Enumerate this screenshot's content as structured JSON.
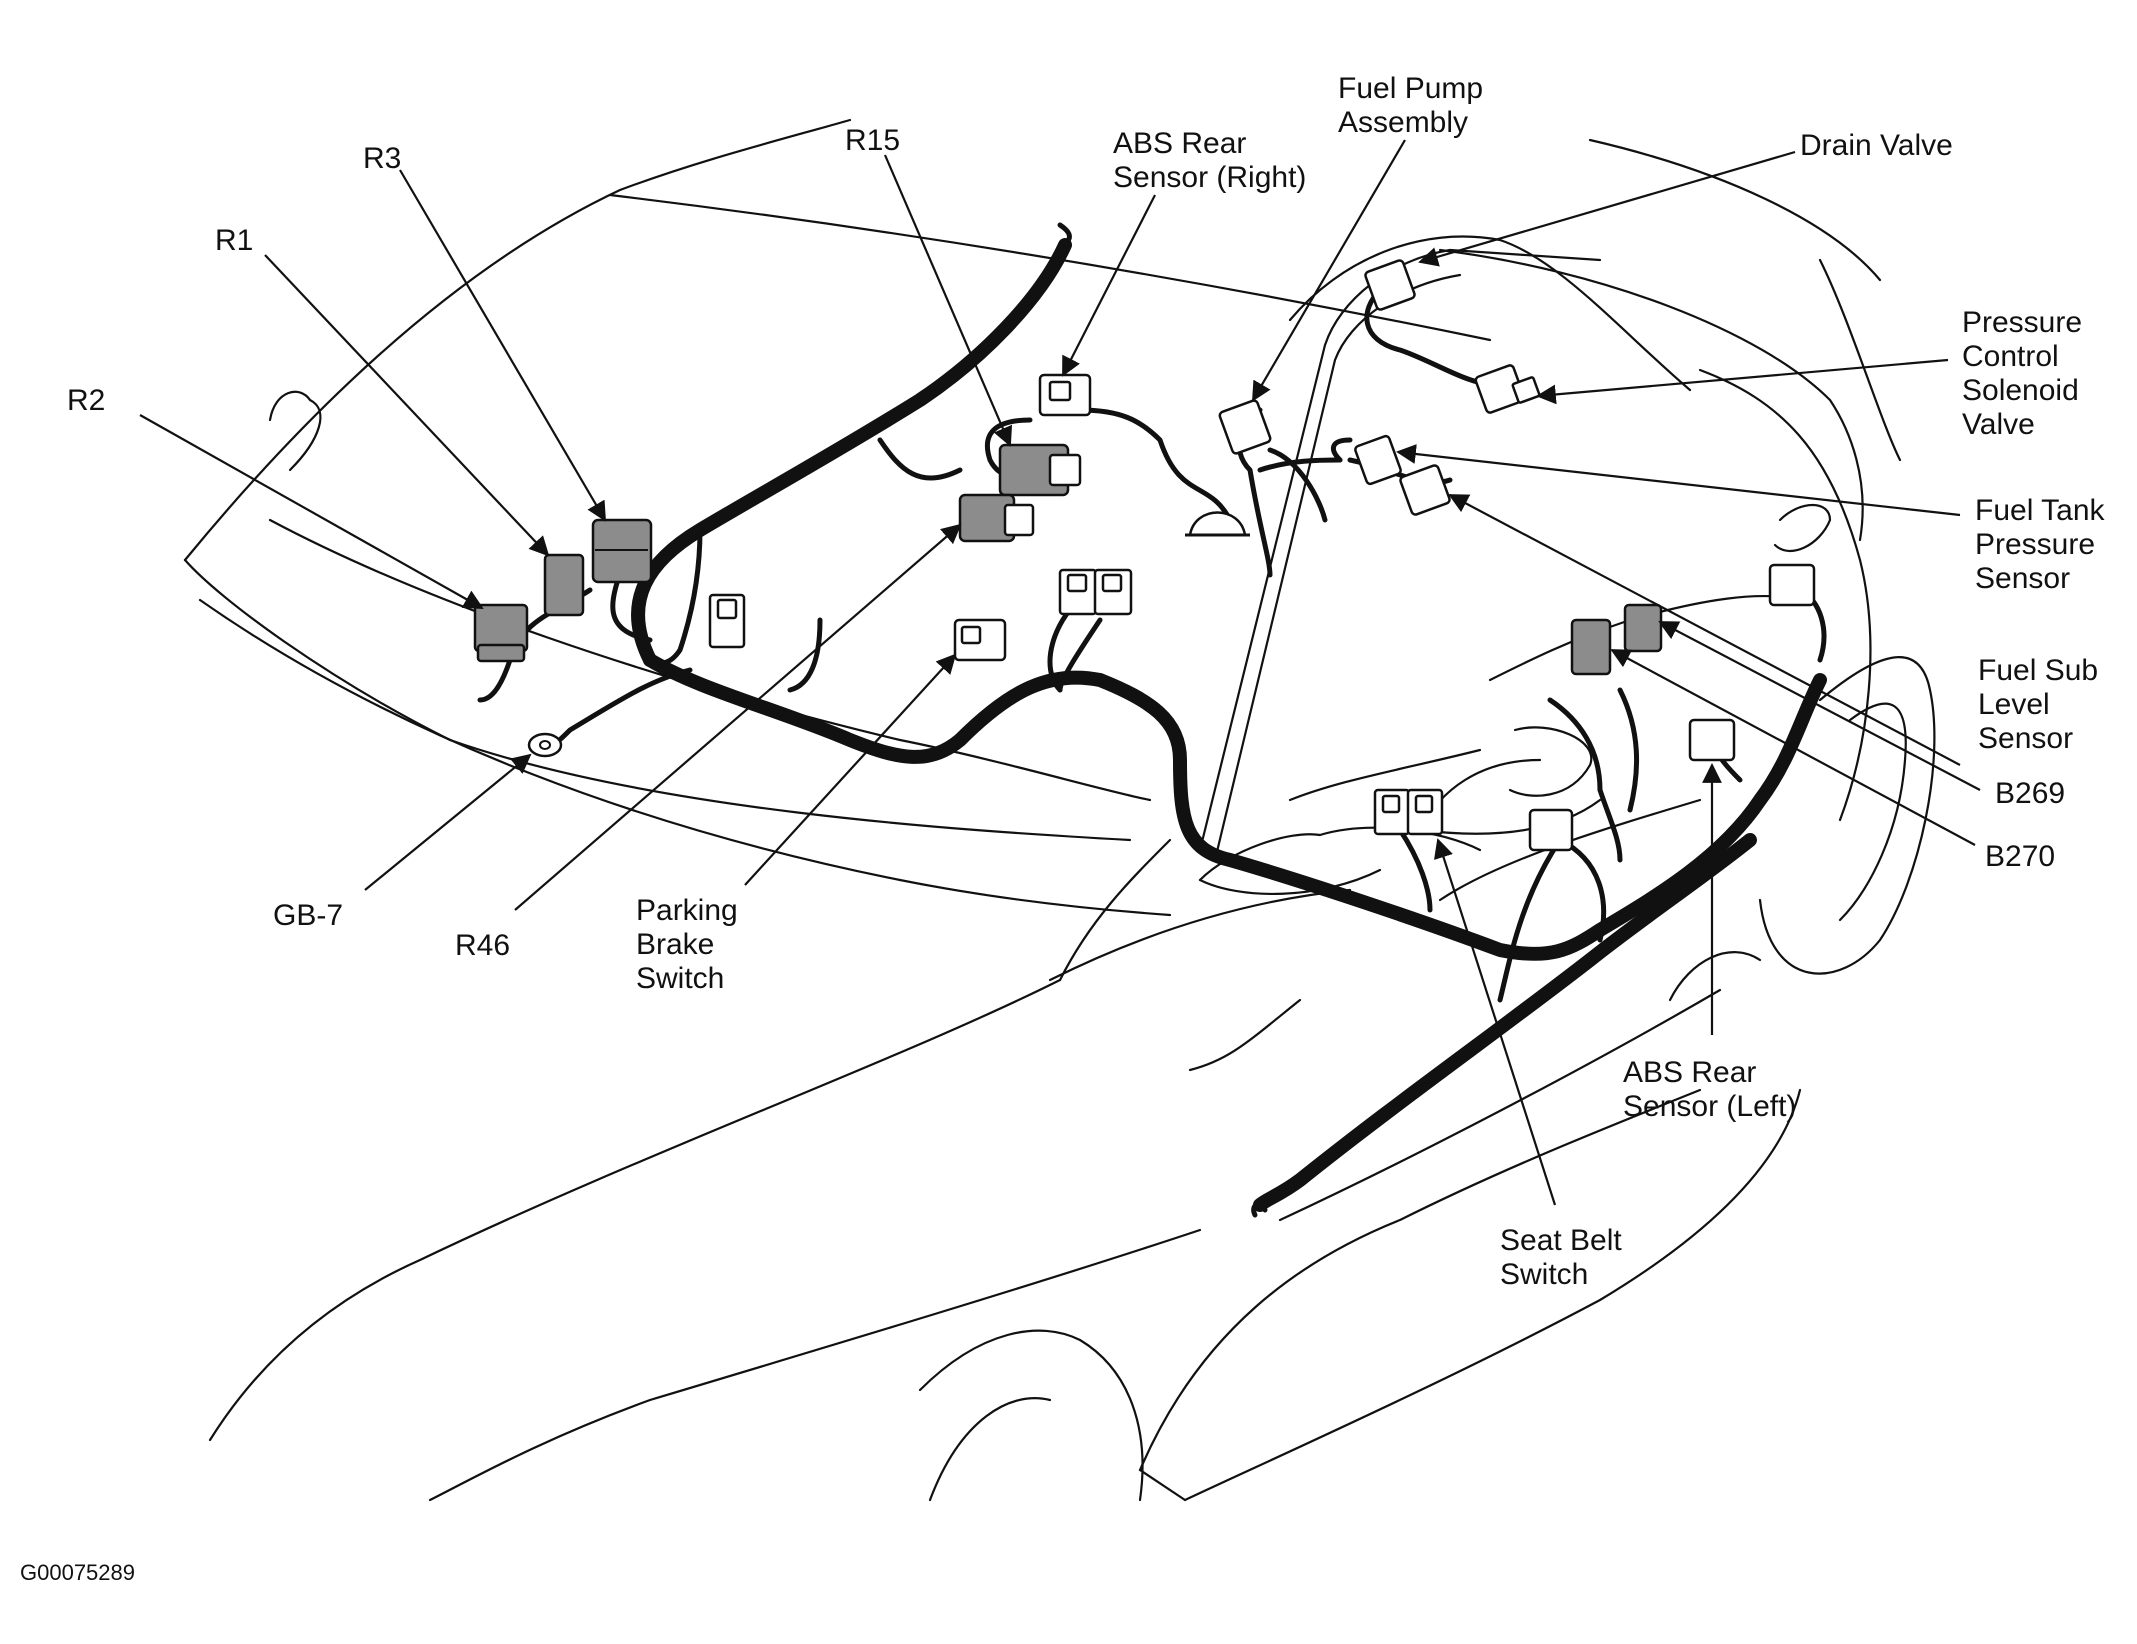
{
  "labels": {
    "r3": "R3",
    "r1": "R1",
    "r2": "R2",
    "r15": "R15",
    "abs_rear_right": [
      "ABS Rear",
      "Sensor (Right)"
    ],
    "fuel_pump": [
      "Fuel Pump",
      "Assembly"
    ],
    "drain_valve": "Drain Valve",
    "pressure_control": [
      "Pressure",
      "Control",
      "Solenoid",
      "Valve"
    ],
    "fuel_tank_pressure": [
      "Fuel Tank",
      "Pressure",
      "Sensor"
    ],
    "fuel_sub_level": [
      "Fuel Sub",
      "Level",
      "Sensor"
    ],
    "b269": "B269",
    "b270": "B270",
    "gb7": "GB-7",
    "r46": "R46",
    "parking_brake": [
      "Parking",
      "Brake",
      "Switch"
    ],
    "abs_rear_left": [
      "ABS Rear",
      "Sensor (Left)"
    ],
    "seat_belt": [
      "Seat Belt",
      "Switch"
    ]
  },
  "figure_code": "G00075289"
}
